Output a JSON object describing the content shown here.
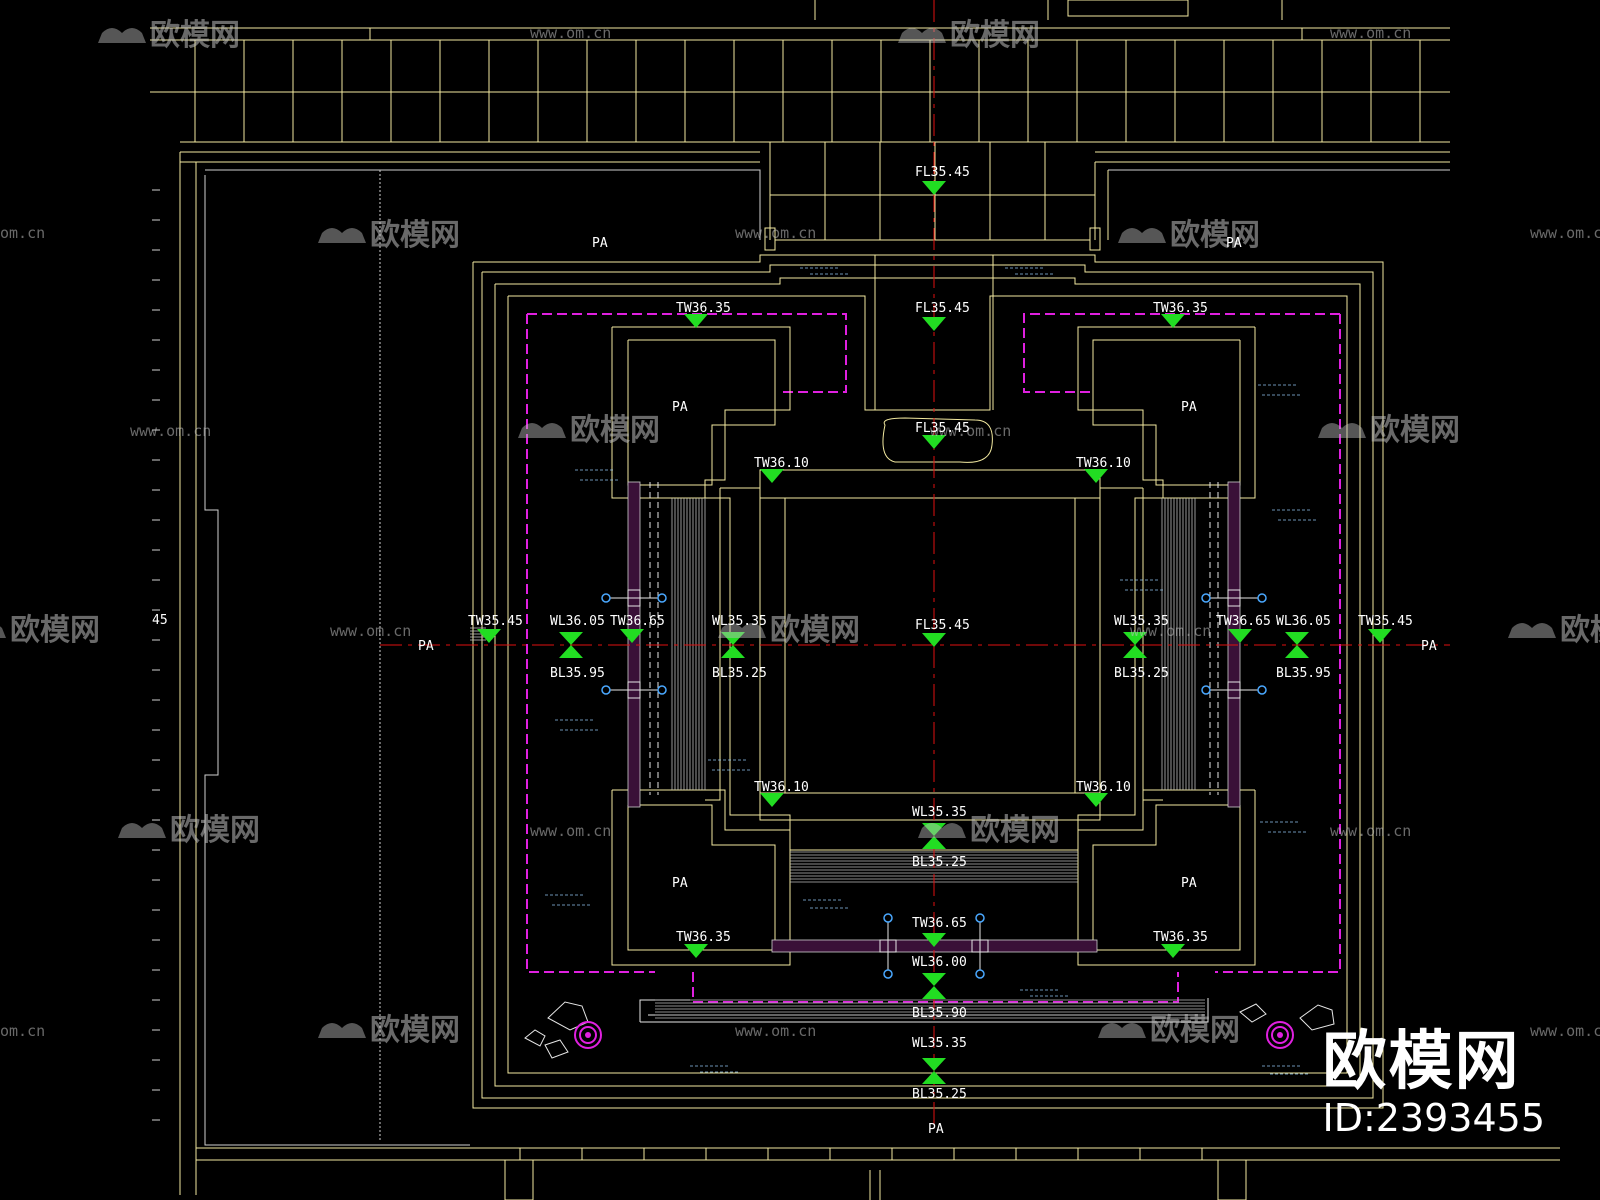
{
  "drawing": {
    "elevation_labels": {
      "fl_top_outside": "FL35.45",
      "fl_top_bridge": "FL35.45",
      "fl_top_stone": "FL35.45",
      "fl_center": "FL35.45",
      "tw_top_left": "TW36.35",
      "tw_top_right": "TW36.35",
      "tw_bottom_left": "TW36.35",
      "tw_bottom_right": "TW36.35",
      "tw_inner_tl": "TW36.10",
      "tw_inner_tr": "TW36.10",
      "tw_inner_bl": "TW36.10",
      "tw_inner_br": "TW36.10",
      "tw_left_outer": "TW35.45",
      "tw_right_outer": "TW35.45",
      "tw_left_inner": "TW36.65",
      "tw_right_inner": "TW36.65",
      "tw_bottom_center": "TW36.65",
      "wl_left_outer": "WL36.05",
      "bl_left_outer": "BL35.95",
      "wl_left_inner": "WL35.35",
      "bl_left_inner": "BL35.25",
      "wl_right_inner": "WL35.35",
      "bl_right_inner": "BL35.25",
      "wl_right_outer": "WL36.05",
      "bl_right_outer": "BL35.95",
      "wl_bottom_1": "WL35.35",
      "bl_bottom_1": "BL35.25",
      "wl_bottom_2": "WL36.00",
      "bl_bottom_2": "BL35.90",
      "wl_bottom_3": "WL35.35",
      "bl_bottom_3": "BL35.25",
      "partial_left": "45"
    },
    "pa_labels": {
      "top_left": "PA",
      "top_right": "PA",
      "inner_tl": "PA",
      "inner_tr": "PA",
      "inner_bl": "PA",
      "inner_br": "PA",
      "left_axis": "PA",
      "right_axis": "PA",
      "bottom": "PA"
    },
    "colors": {
      "background": "#000000",
      "outline": "#f2e9a0",
      "pool_edge": "#e020e0",
      "elevation_marker": "#22dd22",
      "center_axis": "#e01010",
      "fitting": "#4aa8ff"
    }
  },
  "watermark": {
    "brand": "欧模网",
    "url": "www.om.cn",
    "url_short": "om.cn"
  },
  "footer": {
    "brand": "欧模网",
    "id": "ID:2393455"
  }
}
